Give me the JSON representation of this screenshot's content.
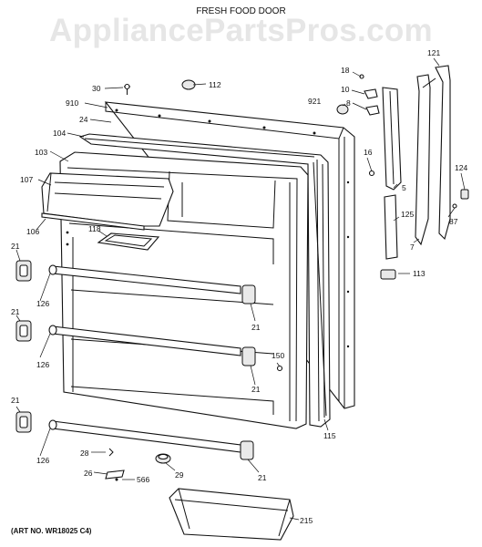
{
  "diagram": {
    "title": "FRESH FOOD DOOR",
    "watermark": "AppliancePartsPros.com",
    "art_number": "(ART NO. WR18025 C4)",
    "callouts": [
      {
        "id": "c-112",
        "label": "112"
      },
      {
        "id": "c-30",
        "label": "30"
      },
      {
        "id": "c-910",
        "label": "910"
      },
      {
        "id": "c-24",
        "label": "24"
      },
      {
        "id": "c-104",
        "label": "104"
      },
      {
        "id": "c-103",
        "label": "103"
      },
      {
        "id": "c-107",
        "label": "107"
      },
      {
        "id": "c-106",
        "label": "106"
      },
      {
        "id": "c-118",
        "label": "118"
      },
      {
        "id": "c-21a",
        "label": "21"
      },
      {
        "id": "c-126a",
        "label": "126"
      },
      {
        "id": "c-21b",
        "label": "21"
      },
      {
        "id": "c-126b",
        "label": "126"
      },
      {
        "id": "c-21c",
        "label": "21"
      },
      {
        "id": "c-126c",
        "label": "126"
      },
      {
        "id": "c-21d",
        "label": "21"
      },
      {
        "id": "c-21e",
        "label": "21"
      },
      {
        "id": "c-21f",
        "label": "21"
      },
      {
        "id": "c-28",
        "label": "28"
      },
      {
        "id": "c-26",
        "label": "26"
      },
      {
        "id": "c-566",
        "label": "566"
      },
      {
        "id": "c-29",
        "label": "29"
      },
      {
        "id": "c-215",
        "label": "215"
      },
      {
        "id": "c-150",
        "label": "150"
      },
      {
        "id": "c-115",
        "label": "115"
      },
      {
        "id": "c-18",
        "label": "18"
      },
      {
        "id": "c-10",
        "label": "10"
      },
      {
        "id": "c-8",
        "label": "8"
      },
      {
        "id": "c-921",
        "label": "921"
      },
      {
        "id": "c-16",
        "label": "16"
      },
      {
        "id": "c-5",
        "label": "5"
      },
      {
        "id": "c-121",
        "label": "121"
      },
      {
        "id": "c-124",
        "label": "124"
      },
      {
        "id": "c-125",
        "label": "125"
      },
      {
        "id": "c-87",
        "label": "87"
      },
      {
        "id": "c-7",
        "label": "7"
      },
      {
        "id": "c-113",
        "label": "113"
      }
    ]
  }
}
